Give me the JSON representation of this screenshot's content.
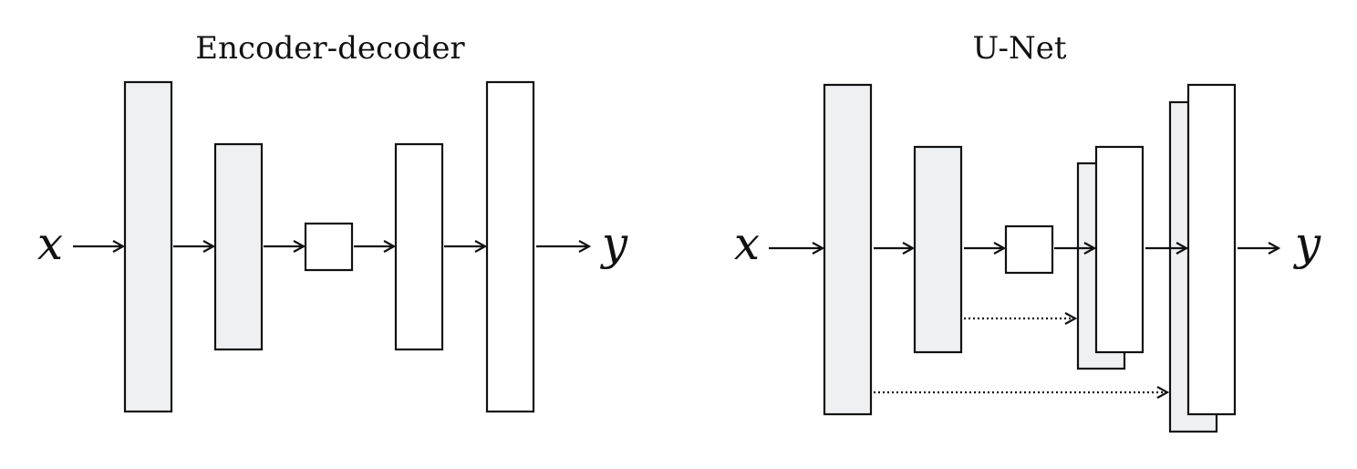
{
  "left_diagram": {
    "title": "Encoder-decoder",
    "input_label": "x",
    "output_label": "y"
  },
  "right_diagram": {
    "title": "U-Net",
    "input_label": "x",
    "output_label": "y"
  }
}
